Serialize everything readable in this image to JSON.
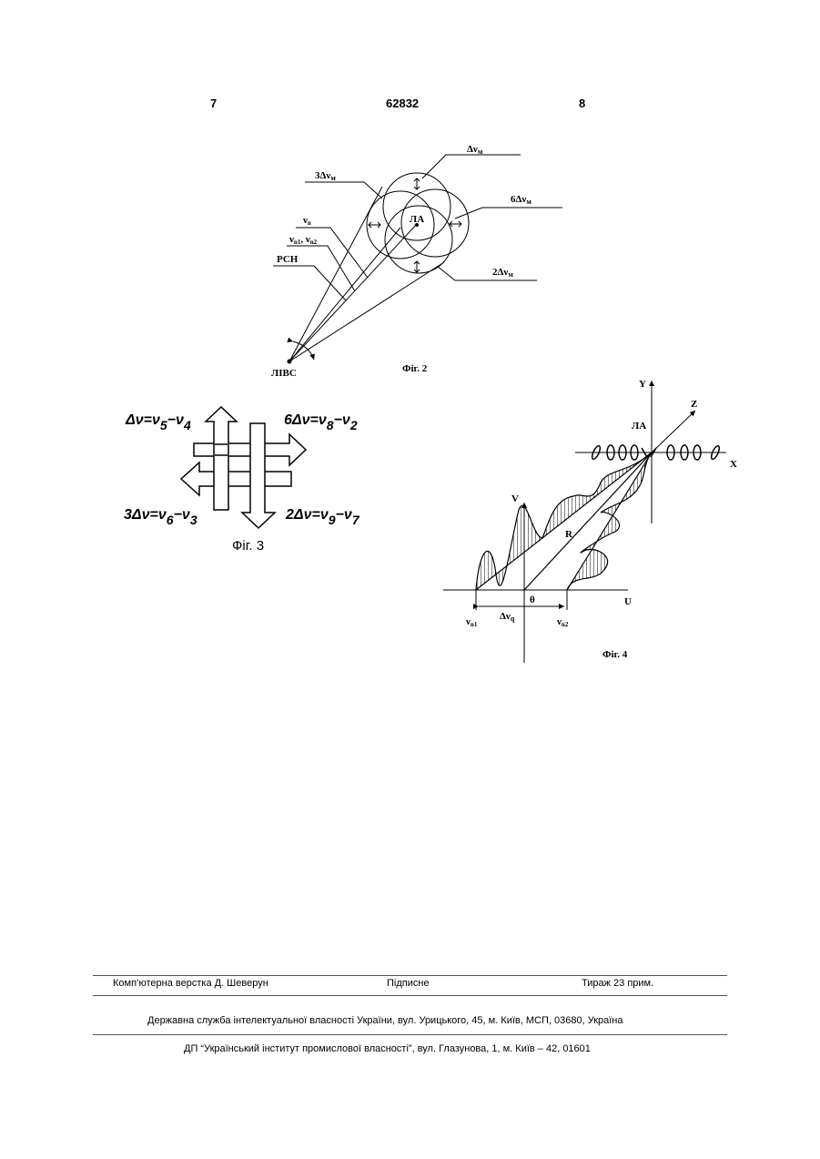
{
  "header": {
    "page_left": "7",
    "patent_number": "62832",
    "page_right": "8"
  },
  "fig2": {
    "caption": "Фіг. 2",
    "labels": {
      "dv_m": "Δν",
      "sub_m": "м",
      "three_dv": "3Δν",
      "six_dv": "6Δν",
      "two_dv": "2Δν",
      "nu_n": "ν",
      "sub_n": "n",
      "nu_n1_n2_a": "ν",
      "sub_n1": "n1",
      "sep": ", ν",
      "sub_n2": "n2",
      "rsn": "РСН",
      "la": "ЛА",
      "livs": "ЛІВС"
    }
  },
  "fig3": {
    "caption": "Фіг. 3",
    "eq_top_left": {
      "prefix": "Δ",
      "nu": "ν=ν",
      "i1": "5",
      "minus": "−ν",
      "i2": "4"
    },
    "eq_top_right": {
      "prefix": "6Δ",
      "nu": "ν=ν",
      "i1": "8",
      "minus": "−ν",
      "i2": "2"
    },
    "eq_bottom_left": {
      "prefix": "3Δ",
      "nu": "ν=ν",
      "i1": "6",
      "minus": "−ν",
      "i2": "3"
    },
    "eq_bottom_right": {
      "prefix": "2Δ",
      "nu": "ν=ν",
      "i1": "9",
      "minus": "−ν",
      "i2": "7"
    }
  },
  "fig4": {
    "caption": "Фіг. 4",
    "axis_y": "Y",
    "axis_z": "Z",
    "axis_x": "X",
    "axis_v": "V",
    "axis_u": "U",
    "la": "ЛА",
    "r": "R",
    "theta": "θ",
    "dv_q": "Δν",
    "sub_q": "q",
    "nu_n1": "ν",
    "sub_n1": "n1",
    "nu_n2": "ν",
    "sub_n2": "n2"
  },
  "footer": {
    "layout": "Комп’ютерна верстка Д. Шеверун",
    "signed": "Підписне",
    "circulation": "Тираж 23 прим.",
    "service": "Державна служба інтелектуальної власності України, вул. Урицького, 45, м. Київ, МСП, 03680, Україна",
    "institute": "ДП “Український інститут промислової власності”, вул. Глазунова, 1, м. Київ – 42, 01601"
  }
}
